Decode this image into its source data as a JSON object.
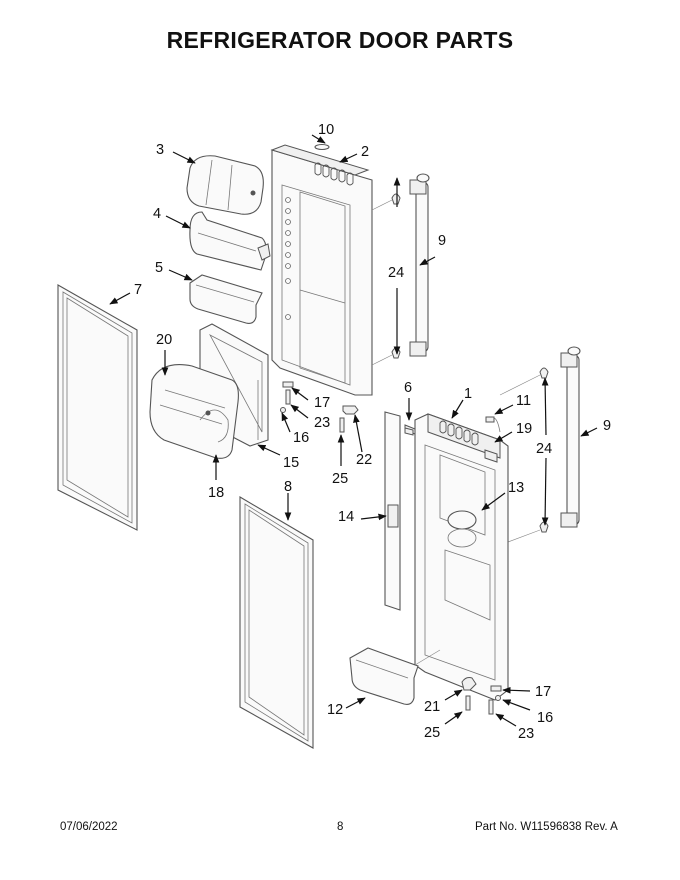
{
  "document": {
    "title": "REFRIGERATOR DOOR PARTS",
    "footer": {
      "date": "07/06/2022",
      "page": "8",
      "part_number": "Part No.  W11596838  Rev.  A"
    }
  },
  "callouts": {
    "c1": "1",
    "c2": "2",
    "c3": "3",
    "c4": "4",
    "c5": "5",
    "c6": "6",
    "c7": "7",
    "c8": "8",
    "c9a": "9",
    "c9b": "9",
    "c10": "10",
    "c11": "11",
    "c12": "12",
    "c13": "13",
    "c14": "14",
    "c15": "15",
    "c16a": "16",
    "c16b": "16",
    "c17a": "17",
    "c17b": "17",
    "c18": "18",
    "c19": "19",
    "c20": "20",
    "c21": "21",
    "c22": "22",
    "c23a": "23",
    "c23b": "23",
    "c24a": "24",
    "c24b": "24",
    "c25a": "25",
    "c25b": "25"
  }
}
